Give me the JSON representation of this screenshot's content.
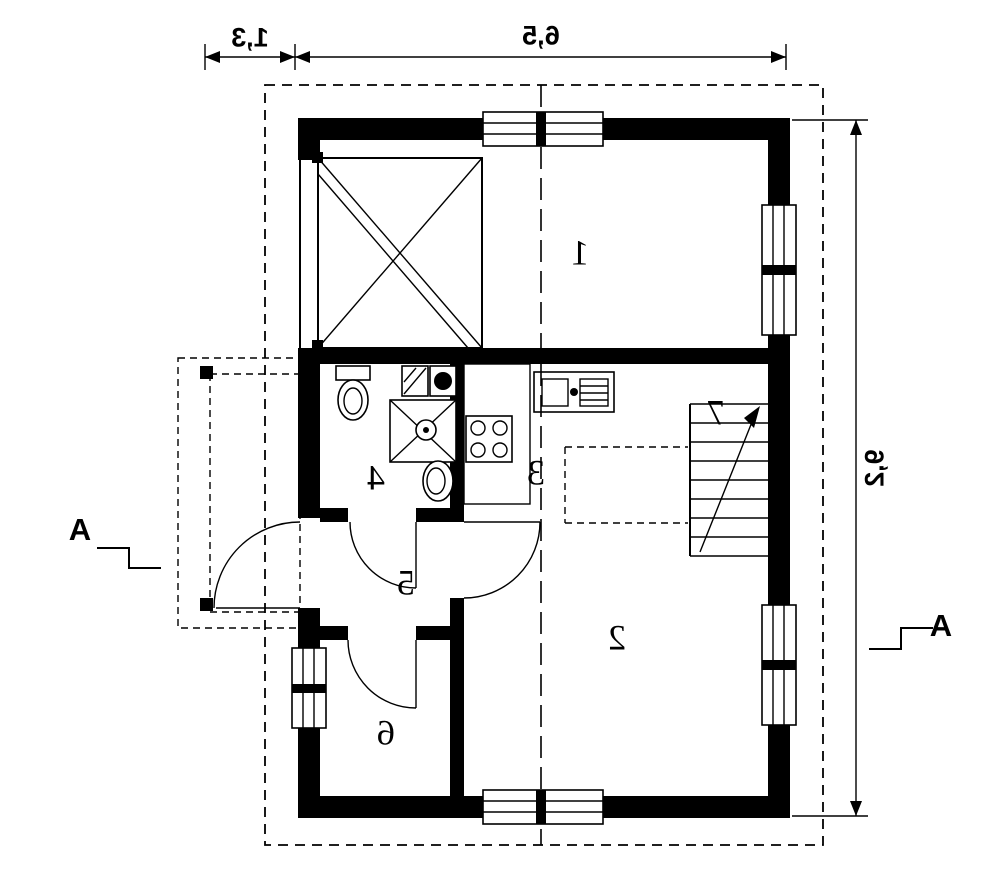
{
  "plan": {
    "rooms": [
      {
        "number": "1"
      },
      {
        "number": "2"
      },
      {
        "number": "3"
      },
      {
        "number": "4"
      },
      {
        "number": "5"
      },
      {
        "number": "6"
      },
      {
        "number": "7"
      }
    ],
    "dimensions": {
      "top_left_width": "1,3",
      "top_main_width": "6,5",
      "right_height": "9,2"
    },
    "section": {
      "label_left": "A",
      "label_right": "A"
    },
    "colors": {
      "line": "#000000",
      "background": "#ffffff"
    }
  }
}
